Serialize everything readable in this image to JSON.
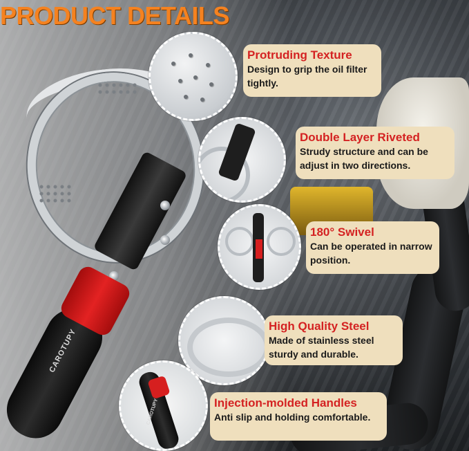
{
  "title": "PRODUCT DETAILS",
  "brand": "CAROTUPY",
  "colors": {
    "title_orange": "#f58220",
    "heading_red": "#d42222",
    "callout_bg": "#efdfbd"
  },
  "features": [
    {
      "heading": "Protruding Texture",
      "text": "Design to grip the oil filter tightly."
    },
    {
      "heading": "Double Layer Riveted",
      "text": "Strudy structure and can be adjust in two directions."
    },
    {
      "heading": "180° Swivel",
      "text": "Can be operated in narrow position."
    },
    {
      "heading": "High Quality Steel",
      "text": "Made of stainless steel sturdy and durable."
    },
    {
      "heading": "Injection-molded Handles",
      "text": "Anti slip and holding comfortable."
    }
  ]
}
